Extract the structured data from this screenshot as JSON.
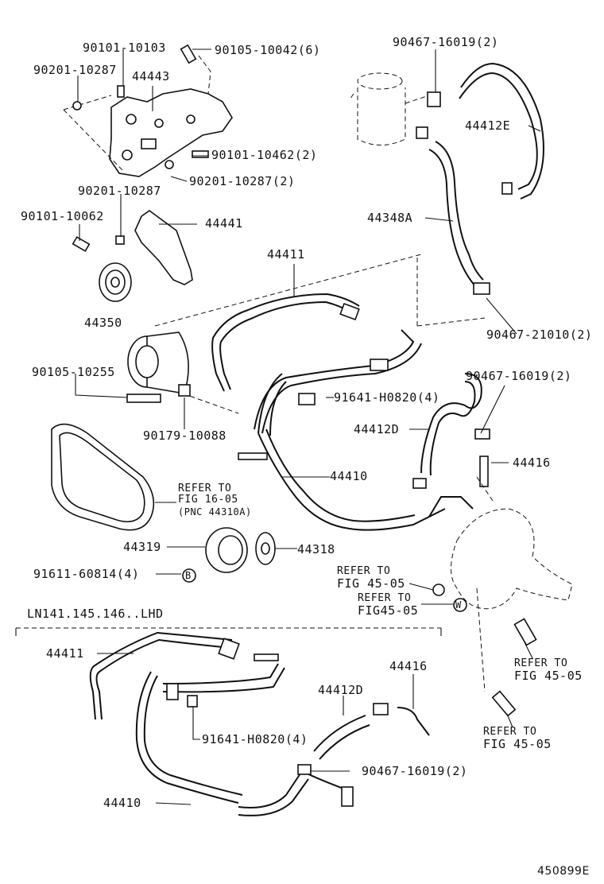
{
  "labels": {
    "p_90101_10103": "90101-10103",
    "p_90105_10042": "90105-10042(6)",
    "p_90201_10287_a": "90201-10287",
    "p_44443": "44443",
    "p_90467_16019_a": "90467-16019(2)",
    "p_44412E": "44412E",
    "p_90101_10462": "90101-10462(2)",
    "p_90201_10287_b": "90201-10287",
    "p_90201_10287_c": "90201-10287(2)",
    "p_44348A": "44348A",
    "p_90101_10062": "90101-10062",
    "p_44441": "44441",
    "p_44411_a": "44411",
    "p_44350": "44350",
    "p_90467_21010": "90467-21010(2)",
    "p_90105_10255": "90105-10255",
    "p_91641_H0820_a": "91641-H0820(4)",
    "p_90467_16019_b": "90467-16019(2)",
    "p_90179_10088": "90179-10088",
    "p_44412D_a": "44412D",
    "p_44416_a": "44416",
    "p_44410_a": "44410",
    "refer_1605_a": "REFER TO",
    "refer_1605_b": "FIG 16-05",
    "refer_1605_c": "(PNC 44310A)",
    "p_44319": "44319",
    "p_44318": "44318",
    "p_91611_60814": "91611-60814(4)",
    "mark_B": "B",
    "refer_4505_1a": "REFER TO",
    "refer_4505_1b": "FIG 45-05",
    "refer_4505_2a": "REFER TO",
    "refer_4505_2b": "FIG45-05",
    "mark_W": "W",
    "variant_note": "LN141.145.146..LHD",
    "p_44411_b": "44411",
    "p_44416_b": "44416",
    "p_44412D_b": "44412D",
    "refer_4505_3a": "REFER TO",
    "refer_4505_3b": "FIG 45-05",
    "p_91641_H0820_b": "91641-H0820(4)",
    "refer_4505_4a": "REFER TO",
    "refer_4505_4b": "FIG 45-05",
    "p_90467_16019_c": "90467-16019(2)",
    "p_44410_b": "44410",
    "diagram_id": "450899E"
  }
}
